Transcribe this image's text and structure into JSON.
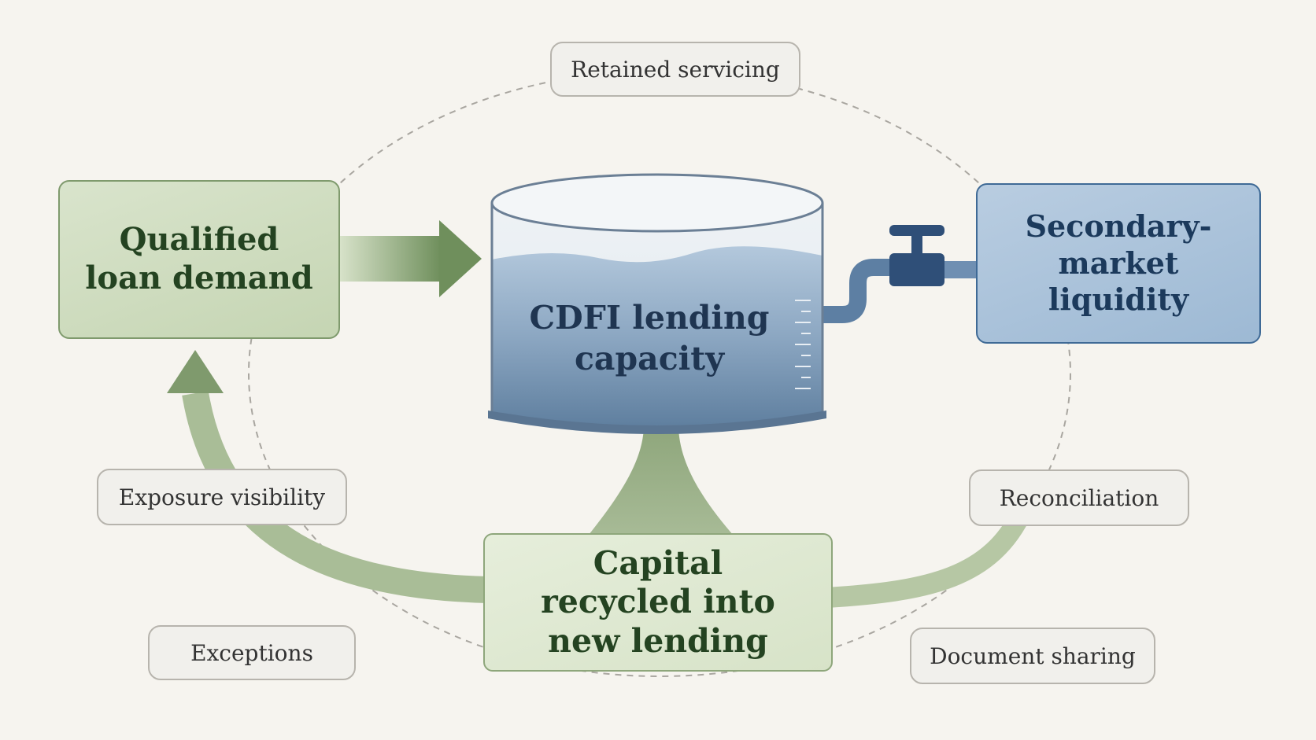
{
  "nodes": {
    "demand": "Qualified loan demand",
    "tank": "CDFI lending capacity",
    "liquidity": "Secondary-market liquidity",
    "recycled": "Capital recycled into new lending"
  },
  "features": {
    "retained_servicing": "Retained servicing",
    "exposure_visibility": "Exposure visibility",
    "reconciliation": "Reconciliation",
    "exceptions": "Exceptions",
    "document_sharing": "Document sharing"
  },
  "colors": {
    "background": "#f6f4ef",
    "green": "#7f9a6d",
    "green_fill": "#c5d5b3",
    "blue": "#3f6a96",
    "blue_fill": "#9db9d4",
    "water": "#6d8cab",
    "pill_border": "#b7b4ad"
  },
  "icons": {
    "tank": "water-tank-icon",
    "valve": "faucet-valve-icon",
    "flow_arrow": "arrow-right-icon",
    "return_arrow": "arrow-up-icon"
  }
}
